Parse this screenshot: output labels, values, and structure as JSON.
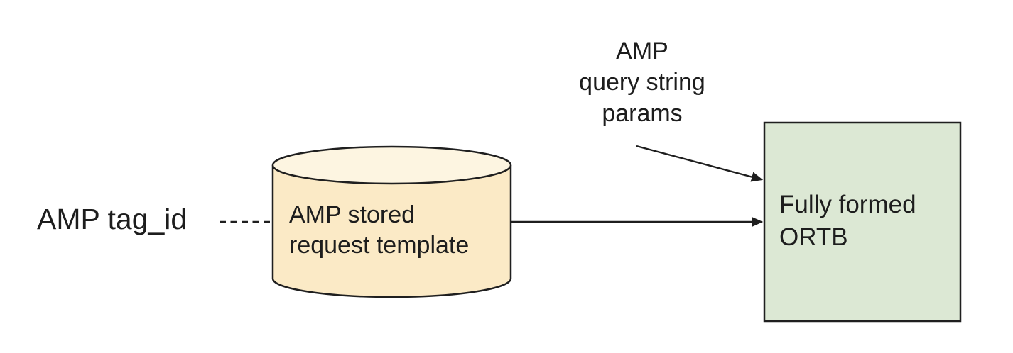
{
  "diagram": {
    "tag_id_label": "AMP tag_id",
    "query_params_annotation": {
      "lines": [
        "AMP",
        "query string",
        "params"
      ]
    },
    "stored_request_db": {
      "lines": [
        "AMP stored",
        "request template"
      ]
    },
    "ortb_box": {
      "lines": [
        "Fully formed",
        "ORTB"
      ]
    },
    "colors": {
      "cylinder_body_fill": "#FBEAC6",
      "cylinder_top_fill": "#FDF5E1",
      "ortb_box_fill": "#DCE8D4"
    }
  }
}
